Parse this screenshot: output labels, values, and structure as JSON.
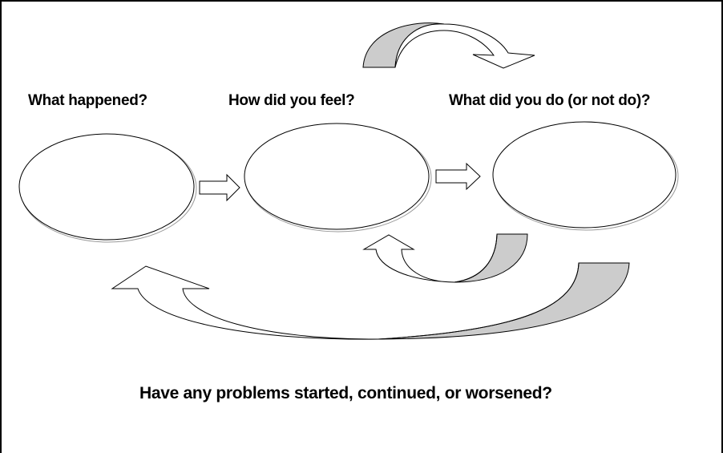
{
  "headings": {
    "what_happened": "What happened?",
    "how_feel": "How did you feel?",
    "what_do": "What did you do (or not do)?"
  },
  "footer": {
    "question": "Have any problems started, continued, or worsened?"
  },
  "colors": {
    "stroke": "#000000",
    "arrow_shade": "#cccccc",
    "background": "#ffffff"
  }
}
